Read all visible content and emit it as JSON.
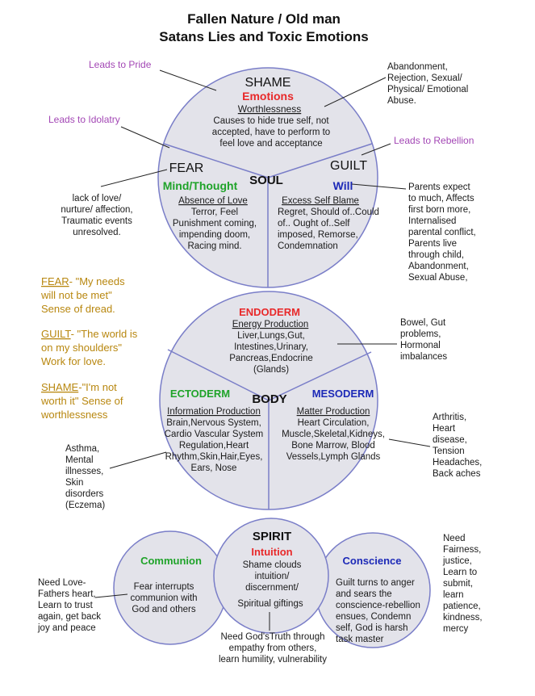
{
  "title": {
    "line1": "Fallen Nature / Old man",
    "line2": "Satans Lies and Toxic Emotions"
  },
  "colors": {
    "circle_fill": "#e3e3ea",
    "circle_stroke": "#7a7ec8",
    "red": "#e8292a",
    "green": "#1fa329",
    "blue": "#1c29b7",
    "purple": "#a347b5",
    "gold": "#b8870f",
    "text": "#1a1a1a"
  },
  "soul": {
    "center_label": "SOUL",
    "shame": {
      "title": "SHAME",
      "sub": "Emotions",
      "underline": "Worthlessness",
      "lines": [
        "Causes to hide true self, not",
        "accepted, have to perform to",
        "feel love and acceptance"
      ]
    },
    "fear": {
      "title": "FEAR",
      "sub": "Mind/Thought",
      "underline": "Absence of Love",
      "lines": [
        "Terror, Feel",
        "Punishment coming,",
        "impending doom,",
        "Racing mind."
      ]
    },
    "guilt": {
      "title": "GUILT",
      "sub": "Will",
      "underline": "Excess Self Blame",
      "lines": [
        "Regret, Should of..Could",
        "of.. Ought of..Self",
        "imposed, Remorse,",
        "Condemnation"
      ]
    },
    "notes": {
      "pride": "Leads to Pride",
      "idolatry": "Leads to Idolatry",
      "rebellion": "Leads to Rebellion",
      "abandonment": [
        "Abandonment,",
        "Rejection, Sexual/",
        "Physical/ Emotional",
        "Abuse."
      ],
      "lack_of_love": [
        "lack of love/",
        "nurture/ affection,",
        "Traumatic events",
        "unresolved."
      ],
      "parents": [
        "Parents expect",
        "to much, Affects",
        "first born  more,",
        "Internalised",
        "parental conflict,",
        "Parents live",
        "through child,",
        "Abandonment,",
        "Sexual Abuse,"
      ]
    }
  },
  "lies": [
    {
      "key": "FEAR",
      "rest": "- \"My needs",
      "lines": [
        "will not be met\"",
        "Sense of dread."
      ]
    },
    {
      "key": "GUILT",
      "rest": "- \"The world is",
      "lines": [
        "on my shoulders\"",
        "Work for love."
      ]
    },
    {
      "key": "SHAME",
      "rest": "-\"I'm not",
      "lines": [
        "worth it\" Sense of",
        "worthlessness"
      ]
    }
  ],
  "body": {
    "center_label": "BODY",
    "endoderm": {
      "title": "ENDODERM",
      "underline": "Energy Production",
      "lines": [
        "Liver,Lungs,Gut,",
        "Intestines,Urinary,",
        "Pancreas,Endocrine",
        "(Glands)"
      ]
    },
    "ectoderm": {
      "title": "ECTODERM",
      "underline": "Information Production",
      "lines": [
        "Brain,Nervous System,",
        "Cardio Vascular System",
        "Regulation,Heart",
        "Rhythm,Skin,Hair,Eyes,",
        "Ears, Nose"
      ]
    },
    "mesoderm": {
      "title": "MESODERM",
      "underline": "Matter Production",
      "lines": [
        "Heart Circulation,",
        "Muscle,Skeletal,Kidneys,",
        "Bone Marrow, Blood",
        "Vessels,Lymph Glands"
      ]
    },
    "notes": {
      "bowel": [
        "Bowel, Gut",
        "problems,",
        "Hormonal",
        "imbalances"
      ],
      "asthma": [
        "Asthma,",
        "Mental",
        "illnesses,",
        "Skin",
        "disorders",
        "(Eczema)"
      ],
      "arthritis": [
        "Arthritis,",
        "Heart",
        "disease,",
        "Tension",
        "Headaches,",
        "Back aches"
      ]
    }
  },
  "spirit": {
    "title": "SPIRIT",
    "sub": "Intuition",
    "lines": [
      "Shame clouds",
      "intuition/",
      "discernment/"
    ],
    "giftings": "Spiritual giftings",
    "communion": {
      "title": "Communion",
      "lines": [
        "Fear interrupts",
        "communion with",
        "God and others"
      ]
    },
    "conscience": {
      "title": "Conscience",
      "lines": [
        "Guilt turns to anger",
        "and sears the",
        "conscience-rebellion",
        "ensues, Condemn",
        "self, God is harsh",
        "task master"
      ]
    },
    "notes": {
      "need_love": [
        "Need Love-",
        "Fathers heart,",
        "Learn to trust",
        "again, get back",
        "joy and peace"
      ],
      "need_truth": [
        "Need God'sTruth through",
        "empathy from others,",
        "learn humility, vulnerability"
      ],
      "need_fairness": [
        "Need",
        "Fairness,",
        "justice,",
        "Learn to",
        "submit,",
        "learn",
        "patience,",
        "kindness,",
        "mercy"
      ]
    }
  }
}
